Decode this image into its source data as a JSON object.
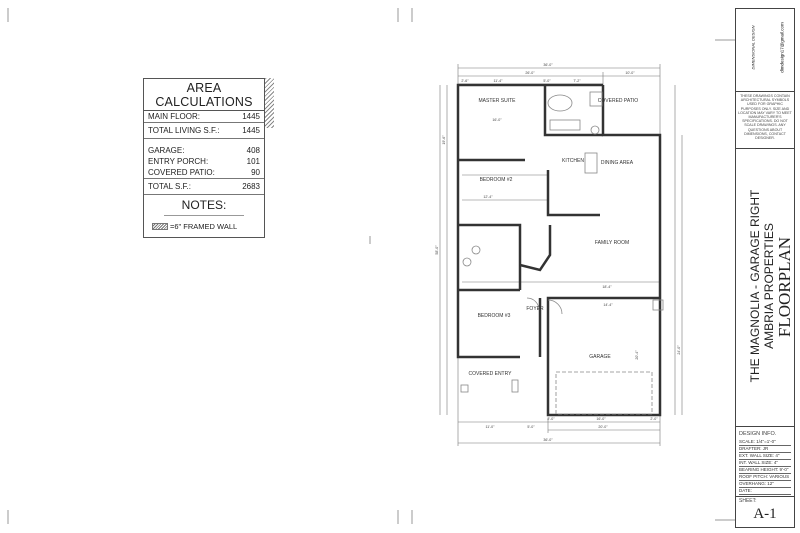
{
  "area_calculations": {
    "title": "AREA CALCULATIONS",
    "rows": [
      {
        "label": "MAIN FLOOR:",
        "value": "1445"
      },
      {
        "label": "TOTAL LIVING S.F.:",
        "value": "1445"
      },
      {
        "label": "GARAGE:",
        "value": "408"
      },
      {
        "label": "ENTRY PORCH:",
        "value": "101"
      },
      {
        "label": "COVERED PATIO:",
        "value": "90"
      },
      {
        "label": "TOTAL S.F.:",
        "value": "2683"
      }
    ],
    "notes_title": "NOTES:",
    "legend": "=6\" FRAMED WALL"
  },
  "plan": {
    "rooms": {
      "master_suite": "MASTER SUITE",
      "covered_patio": "COVERED PATIO",
      "kitchen": "KITCHEN",
      "dining_area": "DINING AREA",
      "bedroom2": "BEDROOM #2",
      "family_room": "FAMILY ROOM",
      "foyer": "FOYER",
      "bedroom3": "BEDROOM #3",
      "garage": "GARAGE",
      "covered_entry": "COVERED ENTRY"
    },
    "dims": {
      "top_overall": "36'-0\"",
      "top_house": "26'-0\"",
      "top_patio": "10'-0\"",
      "top_a": "2'-6\"",
      "top_b": "11'-4\"",
      "top_c": "5'-0\"",
      "top_d": "7'-2\"",
      "master_width": "16'-0\"",
      "bed2_width": "12'-4\"",
      "family_width": "18'-4\"",
      "foyer_garage": "14'-4\"",
      "left_overall": "58'-0\"",
      "left_upper": "19'-6\"",
      "right_garage": "24'-0\"",
      "garage_depth": "20'-4\"",
      "bot_a": "11'-0\"",
      "bot_b": "5'-0\"",
      "bot_c": "2'-0\"",
      "bot_d": "16'-0\"",
      "bot_e": "2'-0\"",
      "bot_garage": "20'-0\"",
      "bot_overall": "36'-0\""
    }
  },
  "title_block": {
    "logo": "DIMENSIONAL DESIGN",
    "email": "dimdesign17@gmail.com",
    "disclaimer": "THESE DRAWINGS CONTAIN ARCHITECTURAL SYMBOLS USED FOR GRAPHIC PURPOSES ONLY. SIZE AND LOCATION MAY VARY TO MEET MANUFACTURER'S SPECIFICATIONS. DO NOT SCALE DRAWINGS. ANY QUESTIONS ABOUT DIMENSIONS, CONTACT DESIGNER.",
    "project": "THE MAGNOLIA - GARAGE RIGHT",
    "client": "AMBRIA PROPERTIES",
    "sheet_title": "FLOORPLAN",
    "design_info_title": "DESIGN INFO.",
    "design_info": [
      "SCALE: 1/4\"=1'-0\"",
      "DRAFTER: JR",
      "EXT. WALL SIZE: 4\"",
      "INT. WALL SIZE: 4\"",
      "BEARING HEIGHT: 9'-0\"",
      "ROOF PITCH: VARIOUS",
      "OVERHANG: 12\"",
      "DATE:"
    ],
    "sheet_label": "SHEET:",
    "sheet_number": "A-1"
  }
}
